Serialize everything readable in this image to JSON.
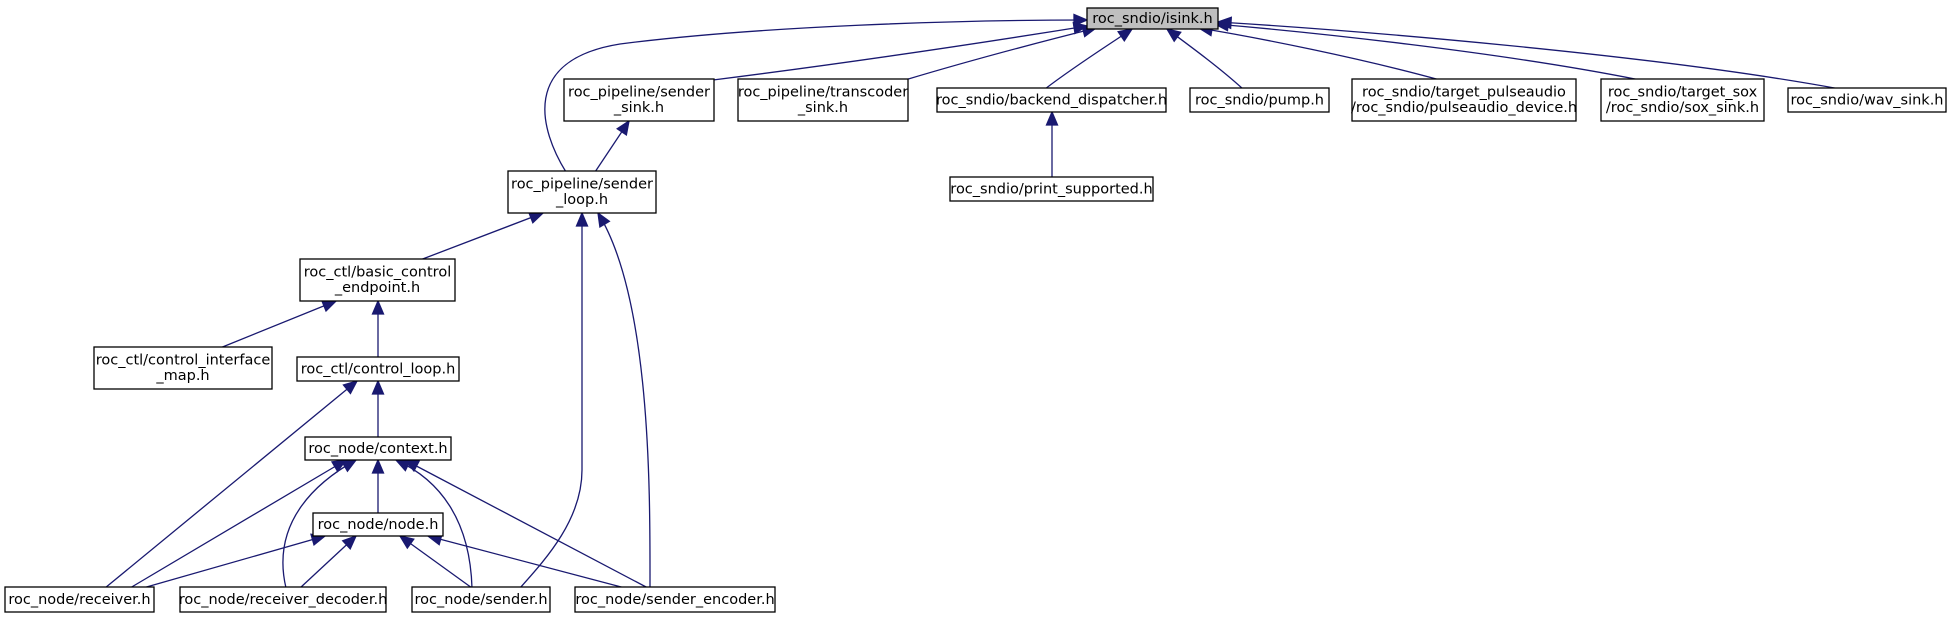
{
  "graph": {
    "nodes": [
      {
        "id": "isink",
        "lines": [
          "roc_sndio/isink.h"
        ],
        "highlighted": true
      },
      {
        "id": "sender_sink",
        "lines": [
          "roc_pipeline/sender",
          "_sink.h"
        ]
      },
      {
        "id": "transcoder_sink",
        "lines": [
          "roc_pipeline/transcoder",
          "_sink.h"
        ]
      },
      {
        "id": "backend_dispatcher",
        "lines": [
          "roc_sndio/backend_dispatcher.h"
        ]
      },
      {
        "id": "pump",
        "lines": [
          "roc_sndio/pump.h"
        ]
      },
      {
        "id": "pulseaudio_device",
        "lines": [
          "roc_sndio/target_pulseaudio",
          "/roc_sndio/pulseaudio_device.h"
        ]
      },
      {
        "id": "sox_sink",
        "lines": [
          "roc_sndio/target_sox",
          "/roc_sndio/sox_sink.h"
        ]
      },
      {
        "id": "wav_sink",
        "lines": [
          "roc_sndio/wav_sink.h"
        ]
      },
      {
        "id": "sender_loop",
        "lines": [
          "roc_pipeline/sender",
          "_loop.h"
        ]
      },
      {
        "id": "print_supported",
        "lines": [
          "roc_sndio/print_supported.h"
        ]
      },
      {
        "id": "basic_control_endpoint",
        "lines": [
          "roc_ctl/basic_control",
          "_endpoint.h"
        ]
      },
      {
        "id": "control_interface_map",
        "lines": [
          "roc_ctl/control_interface",
          "_map.h"
        ]
      },
      {
        "id": "control_loop",
        "lines": [
          "roc_ctl/control_loop.h"
        ]
      },
      {
        "id": "context",
        "lines": [
          "roc_node/context.h"
        ]
      },
      {
        "id": "node",
        "lines": [
          "roc_node/node.h"
        ]
      },
      {
        "id": "receiver",
        "lines": [
          "roc_node/receiver.h"
        ]
      },
      {
        "id": "receiver_decoder",
        "lines": [
          "roc_node/receiver_decoder.h"
        ]
      },
      {
        "id": "sender",
        "lines": [
          "roc_node/sender.h"
        ]
      },
      {
        "id": "sender_encoder",
        "lines": [
          "roc_node/sender_encoder.h"
        ]
      }
    ],
    "edges": [
      {
        "from": "sender_sink",
        "to": "isink"
      },
      {
        "from": "transcoder_sink",
        "to": "isink"
      },
      {
        "from": "backend_dispatcher",
        "to": "isink"
      },
      {
        "from": "pump",
        "to": "isink"
      },
      {
        "from": "pulseaudio_device",
        "to": "isink"
      },
      {
        "from": "sox_sink",
        "to": "isink"
      },
      {
        "from": "wav_sink",
        "to": "isink"
      },
      {
        "from": "sender_loop",
        "to": "isink"
      },
      {
        "from": "sender_loop",
        "to": "sender_sink"
      },
      {
        "from": "print_supported",
        "to": "backend_dispatcher"
      },
      {
        "from": "basic_control_endpoint",
        "to": "sender_loop"
      },
      {
        "from": "sender",
        "to": "sender_loop"
      },
      {
        "from": "sender_encoder",
        "to": "sender_loop"
      },
      {
        "from": "control_interface_map",
        "to": "basic_control_endpoint"
      },
      {
        "from": "control_loop",
        "to": "basic_control_endpoint"
      },
      {
        "from": "context",
        "to": "control_loop"
      },
      {
        "from": "receiver",
        "to": "control_loop"
      },
      {
        "from": "node",
        "to": "context"
      },
      {
        "from": "receiver",
        "to": "context"
      },
      {
        "from": "receiver_decoder",
        "to": "context"
      },
      {
        "from": "sender",
        "to": "context"
      },
      {
        "from": "sender_encoder",
        "to": "context"
      },
      {
        "from": "receiver",
        "to": "node"
      },
      {
        "from": "receiver_decoder",
        "to": "node"
      },
      {
        "from": "sender",
        "to": "node"
      },
      {
        "from": "sender_encoder",
        "to": "node"
      }
    ],
    "colors": {
      "edge": "#191970",
      "root_fill": "#bfbfbf",
      "node_fill": "#ffffff",
      "node_border": "#000000"
    }
  }
}
